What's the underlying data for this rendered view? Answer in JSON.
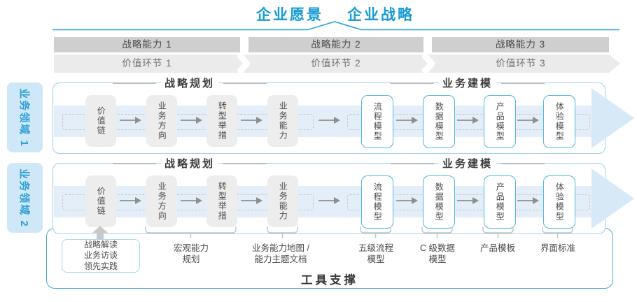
{
  "header": {
    "vision": "企业愿景",
    "strategy": "企业战略"
  },
  "capability_band": {
    "items": [
      {
        "label": "战略能力 1"
      },
      {
        "label": "战略能力 2"
      },
      {
        "label": "战略能力 3"
      }
    ]
  },
  "value_band": {
    "items": [
      {
        "label": "价值环节 1"
      },
      {
        "label": "价值环节 2"
      },
      {
        "label": "价值环节 3"
      }
    ]
  },
  "domains": {
    "d1": "业务领域 1",
    "d2": "业务领域 2"
  },
  "rows": {
    "r1": {
      "planning": "战略规划",
      "modeling": "业务建模",
      "boxes": [
        "价值链",
        "业务方向",
        "转型举措",
        "业务能力",
        "流程模型",
        "数据模型",
        "产品模型",
        "体验模型"
      ]
    },
    "r2": {
      "planning": "战略规划",
      "modeling": "业务建模",
      "boxes": [
        "价值链",
        "业务方向",
        "转型举措",
        "业务能力",
        "流程模型",
        "数据模型",
        "产品模型",
        "体验模型"
      ]
    }
  },
  "annotations": {
    "practice_box": {
      "l1": "战略解读",
      "l2": "业务访谈",
      "l3": "领先实践"
    },
    "macro": {
      "l1": "宏观能力",
      "l2": "规划"
    },
    "capability_map": {
      "l1": "业务能力地图 /",
      "l2": "能力主题文档"
    },
    "process": {
      "l1": "五级流程",
      "l2": "模型"
    },
    "data_model": {
      "l1": "C 级数据",
      "l2": "模型"
    },
    "product": {
      "l1": "产品模板"
    },
    "ui_standard": {
      "l1": "界面标准"
    }
  },
  "footer": {
    "label": "工具支撑"
  },
  "colors": {
    "accent_blue": "#169bd5",
    "row_border_blue": "#9fd0e8",
    "strong_border_blue": "#4da7d3",
    "box_border_blue": "#54b5e3",
    "band_light_blue": "#e3eef8",
    "arrowhead_blue": "#d7e9f6",
    "sidebar_bg": "#cfe8f7",
    "capability_band_gray": "#cfcfcf",
    "value_band_gray": "#ebebeb",
    "stage_box_gray": "#ededed",
    "text_dark": "#3d3d3d",
    "arrow_gray": "#9b9b9b"
  }
}
